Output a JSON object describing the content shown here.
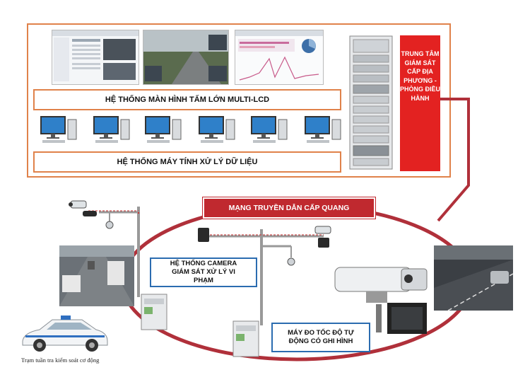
{
  "control_center_label": "TRUNG TÂM GIÁM SÁT CẤP ĐỊA PHƯƠNG - PHÒNG ĐIỀU HÀNH",
  "multi_lcd_label": "HỆ THỐNG MÀN HÌNH TẤM LỚN MULTI-LCD",
  "computers_label": "HỆ THỐNG MÁY TÍNH XỬ LÝ DỮ LIỆU",
  "network_label": "MẠNG TRUYỀN DẪN  CẤP QUANG",
  "camera_system_label": "HỆ THỐNG CAMERA GIÁM SÁT XỬ LÝ VI PHẠM",
  "speed_device_label": "MÁY ĐO TỐC ĐỘ TỰ ĐỘNG CÓ GHI HÌNH",
  "patrol_label": "Trạm tuần tra kiểm soát cơ động",
  "colors": {
    "accent_red": "#e32221",
    "frame_orange": "#e0824a",
    "ellipse_red": "#b0303a",
    "label_blue": "#2b6cb0"
  }
}
